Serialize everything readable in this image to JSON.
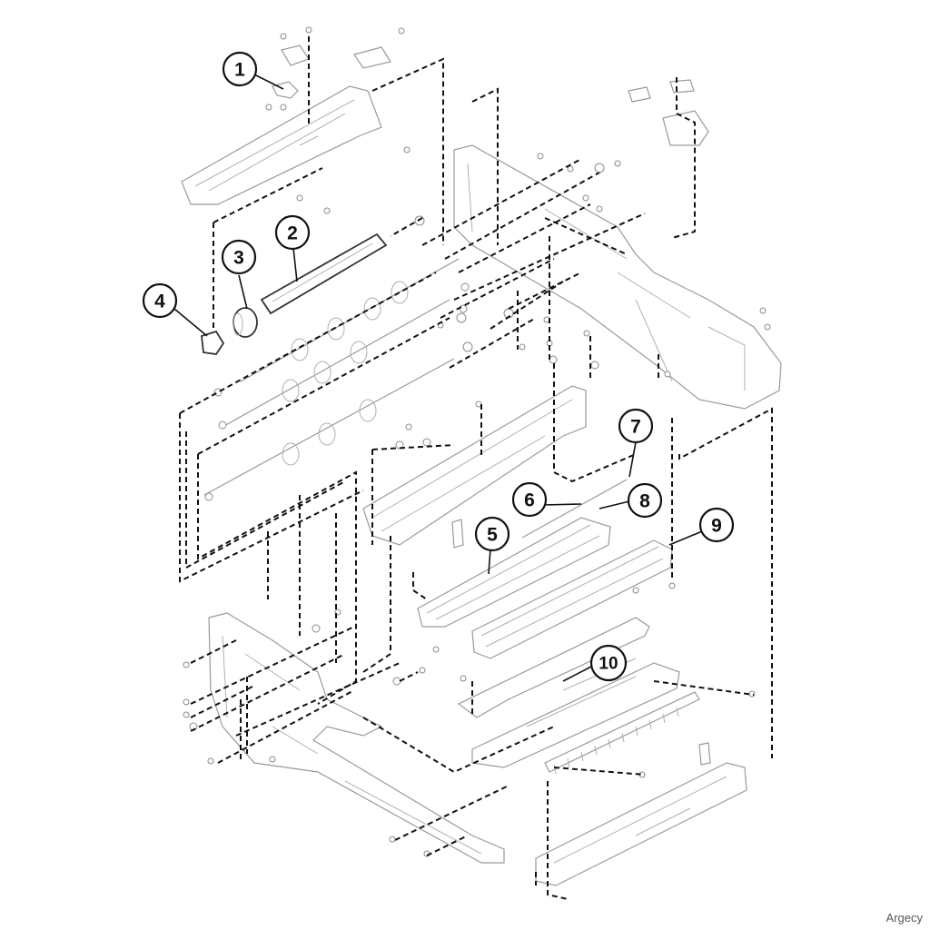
{
  "callouts": [
    {
      "id": "c1",
      "label": "1"
    },
    {
      "id": "c2",
      "label": "2"
    },
    {
      "id": "c3",
      "label": "3"
    },
    {
      "id": "c4",
      "label": "4"
    },
    {
      "id": "c5",
      "label": "5"
    },
    {
      "id": "c6",
      "label": "6"
    },
    {
      "id": "c7",
      "label": "7"
    },
    {
      "id": "c8",
      "label": "8"
    },
    {
      "id": "c9",
      "label": "9"
    },
    {
      "id": "c10",
      "label": "10"
    }
  ],
  "watermark": "Argecy",
  "colors": {
    "line": "#111111",
    "part_outline": "#9a9a9a",
    "background": "#ffffff"
  }
}
